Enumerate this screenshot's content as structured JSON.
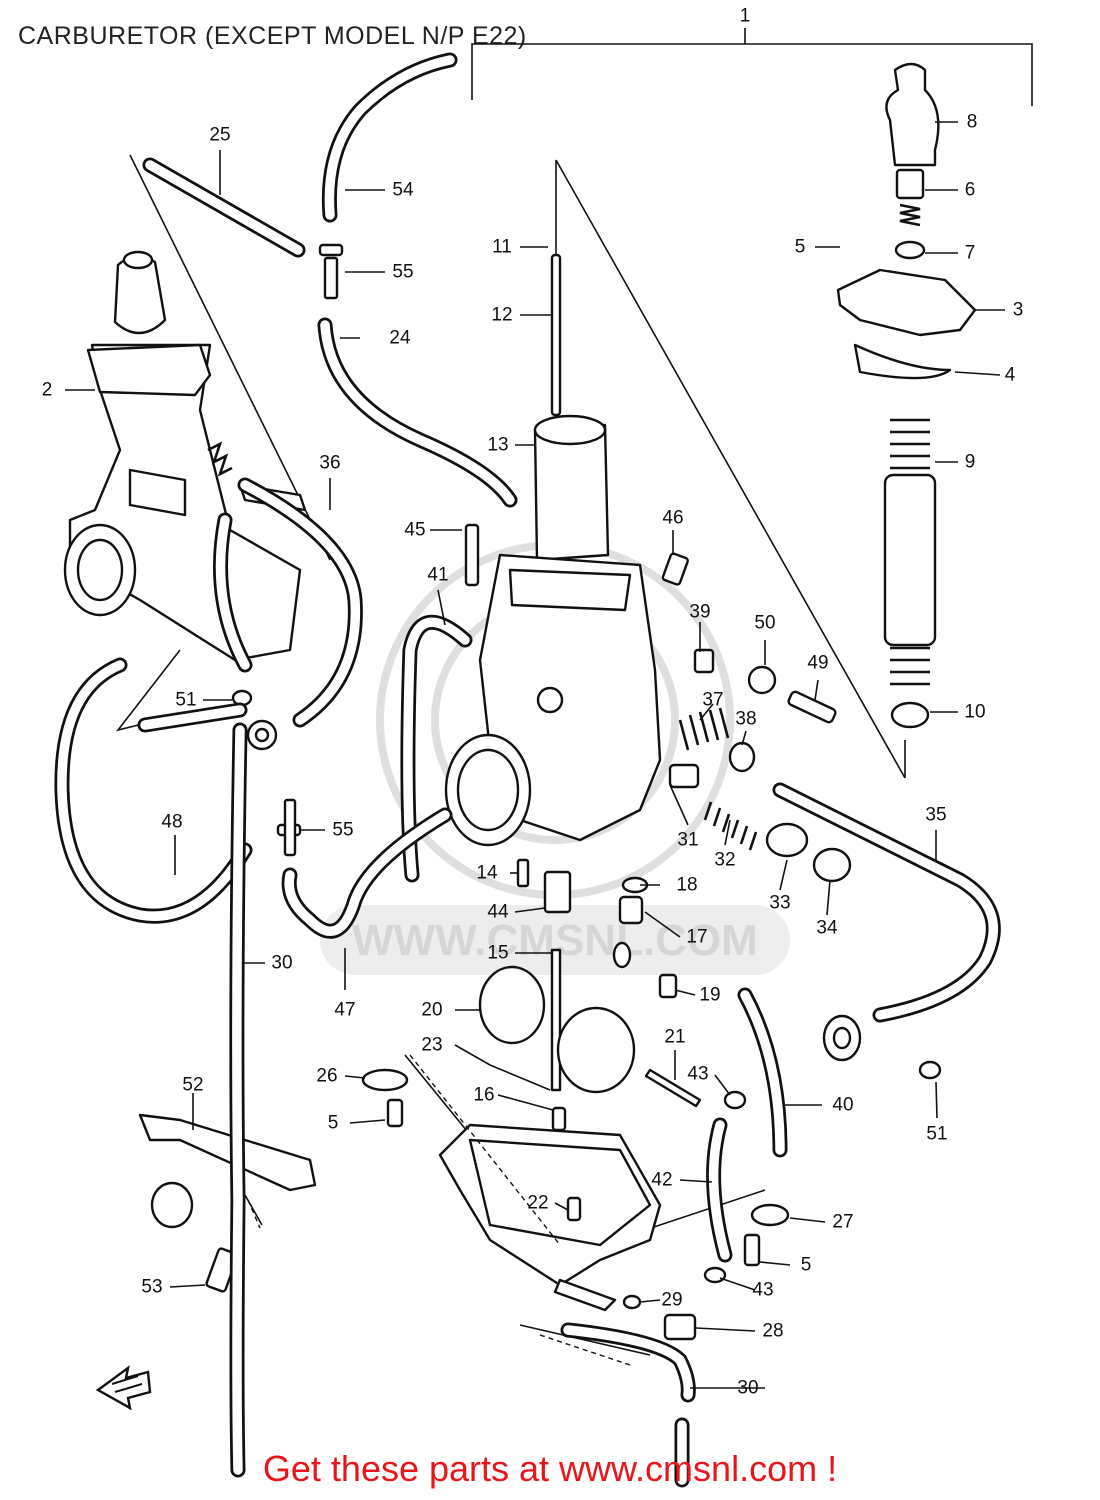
{
  "title": "CARBURETOR (EXCEPT MODEL N/P E22)",
  "footer": "Get these parts at www.cmsnl.com !",
  "colors": {
    "footer": "#e8151b",
    "lines": "#111111",
    "watermark": "#dcdcdc"
  },
  "watermark_text": "WWW.CMSNL.COM",
  "callouts": {
    "c1": "1",
    "c2": "2",
    "c3": "3",
    "c4": "4",
    "c5a": "5",
    "c5b": "5",
    "c5c": "5",
    "c6": "6",
    "c7": "7",
    "c8": "8",
    "c9": "9",
    "c10": "10",
    "c11": "11",
    "c12": "12",
    "c13": "13",
    "c14": "14",
    "c15": "15",
    "c16": "16",
    "c17": "17",
    "c18": "18",
    "c19": "19",
    "c20": "20",
    "c21": "21",
    "c22": "22",
    "c23": "23",
    "c24": "24",
    "c25": "25",
    "c26": "26",
    "c27": "27",
    "c28": "28",
    "c29": "29",
    "c30a": "30",
    "c30b": "30",
    "c31": "31",
    "c32": "32",
    "c33": "33",
    "c34": "34",
    "c35": "35",
    "c36": "36",
    "c37": "37",
    "c38": "38",
    "c39": "39",
    "c40": "40",
    "c41": "41",
    "c42": "42",
    "c43a": "43",
    "c43b": "43",
    "c44": "44",
    "c45": "45",
    "c46": "46",
    "c47": "47",
    "c48": "48",
    "c49": "49",
    "c50": "50",
    "c51a": "51",
    "c51b": "51",
    "c52": "52",
    "c53": "53",
    "c54": "54",
    "c55a": "55",
    "c55b": "55"
  },
  "icons": {
    "front_arrow": "front-direction-arrow-icon"
  }
}
